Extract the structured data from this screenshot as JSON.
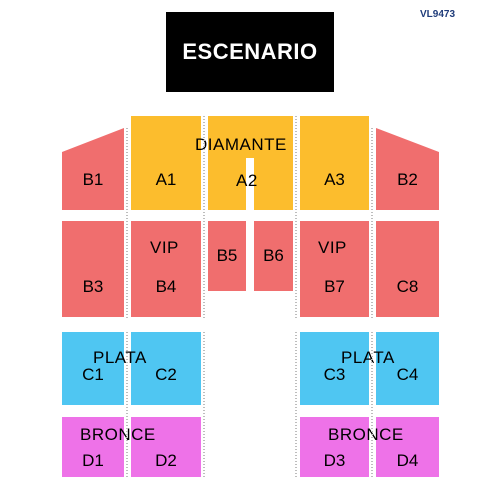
{
  "map_code": "VL9473",
  "stage": "ESCENARIO",
  "zones": {
    "diamante": "DIAMANTE",
    "vip_left": "VIP",
    "vip_right": "VIP",
    "plata_left": "PLATA",
    "plata_right": "PLATA",
    "bronce_left": "BRONCE",
    "bronce_right": "BRONCE"
  },
  "sections": {
    "B1": "B1",
    "A1": "A1",
    "A2": "A2",
    "A3": "A3",
    "B2": "B2",
    "B3": "B3",
    "B4": "B4",
    "B5": "B5",
    "B6": "B6",
    "B7": "B7",
    "C8": "C8",
    "C1": "C1",
    "C2": "C2",
    "C3": "C3",
    "C4": "C4",
    "D1": "D1",
    "D2": "D2",
    "D3": "D3",
    "D4": "D4"
  },
  "colors": {
    "diamante": "#fcbd2d",
    "vip_general": "#f06e6e",
    "plata": "#4fc6f2",
    "bronce": "#ee72e8",
    "stage": "#000000"
  }
}
